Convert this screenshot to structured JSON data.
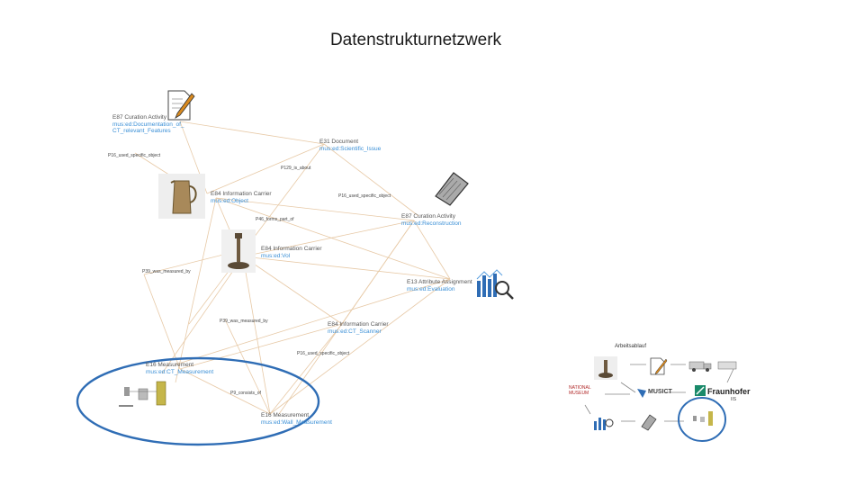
{
  "title": "Datenstrukturnetzwerk",
  "nodes": [
    {
      "type": "E87 Curation Activity",
      "sub1": "mus:ed:Documentation_of_",
      "sub2": "CT_relevant_Features"
    },
    {
      "type": "E31 Document",
      "sub1": "mus:ed:Scientific_Issue"
    },
    {
      "type": "E84 Information Carrier",
      "sub1": "mus:ed:Object"
    },
    {
      "type": "E87 Curation Activity",
      "sub1": "mus:ed:Reconstruction"
    },
    {
      "type": "E84 Information Carrier",
      "sub1": "mus:ed:Vol"
    },
    {
      "type": "E13 Attribute Assignment",
      "sub1": "mus:ed:Evaluation"
    },
    {
      "type": "E84 Information Carrier",
      "sub1": "mus:ed:CT_Scanner"
    },
    {
      "type": "E16 Measurement",
      "sub1": "mus:ed:CT_Measurement"
    },
    {
      "type": "E16 Measurement",
      "sub1": "mus:ed:Wall_Measurement"
    }
  ],
  "edges": [
    "P16_used_specific_object",
    "P129_is_about",
    "P16_used_specific_object",
    "P46_forms_part_of",
    "P39_was_measured_by",
    "P39_was_measured_by",
    "P16_used_specific_object",
    "P9_consists_of"
  ],
  "inset": {
    "label": "Arbeitsablauf",
    "center": "MUSICT",
    "museum": "NATIONAL MUSEUM",
    "partner": "Fraunhofer",
    "partner_sub": "IIS"
  },
  "colors": {
    "edge": "#e7c9a6",
    "node_sub": "#3a8fd6",
    "ellipse": "#2f6db5"
  }
}
